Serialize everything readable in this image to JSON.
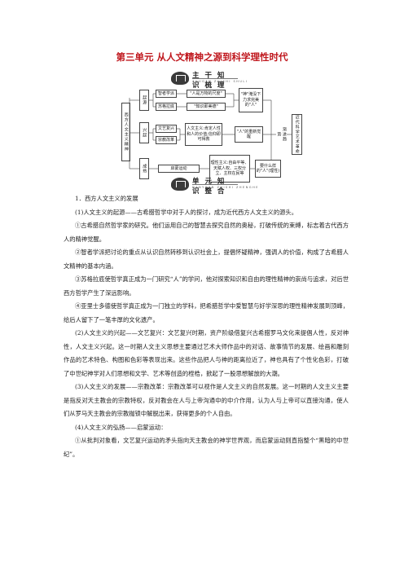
{
  "title": "第三单元  从人文精神之源到科学理性时代",
  "banner1": {
    "cn": "主 干 知 识 梳 理",
    "en": "ZHUGAN  ZHISHI  SHULI"
  },
  "banner2": {
    "cn": "单 元 知 识 整 合",
    "en": "DANYUAN  ZHISHI  ZHENGHE"
  },
  "diagram": {
    "root": "西方人文主义精神",
    "stage_origin": "起源",
    "stage_rise": "兴起",
    "stage_mature": "成熟",
    "o1": "智者学派",
    "o2": "苏格拉底",
    "o1r": "\"人是万物的尺度\"",
    "o2r": "\"知识即美德\"",
    "o_sum": "\"神\"淹没下力求完美的\"人\"",
    "r1": "文艺复兴",
    "r2": "宗教改革",
    "r_content": "人文主义:肯定人性和人的价值;信仰即可得救",
    "r_sum": "\"人\"的重新觉醒",
    "m1": "启蒙运动",
    "m_content": "理性主义:自由平等、天赋人权、三权分立、主权在民等",
    "m_sum": "要什么样的\"人\"(理性)",
    "conv": "渐进趋势",
    "final": "近代科学艺术革命"
  },
  "body": {
    "heading": "1．西方人文主义的发展",
    "p1": "(1)人文主义的起源——古希腊哲学中对于人的探讨，成为近代西方人文主义的源头。",
    "p2": "①古希腊自然哲学家的研究。他们运用自己的智慧去探究自然的奥秘，打破传统的束缚，标志着古代西方人的精神觉醒。",
    "p3": "②智者学派把讨论的重点从认识自然转移到认识社会上，提倡怀疑精神，强调人的价值，构成了古希腊人文精神的基本内涵。",
    "p4": "③苏格拉底使哲学真正成为一门研究“人”的学问，他对探索知识和自由的理性精神的崇尚与追求，对后世西方哲学产生了深远影响。",
    "p5": "④亚里士多德使哲学真正成为一门独立的学科，把希腊哲学中爱智慧与好学深思的理性精神发展到顶峰，给后人留下了一笔丰厚的文化遗产。",
    "p6": "(2)人文主义的兴起——文艺复兴：文艺复兴时期，资产阶级借复兴古希腊罗马文化来提倡人性，反对神性，人文主义兴起。这一时期人文主义思想主要通过艺术大师作品中的对话、故事情节的发展、绘画和雕刻作品的艺术特色、构图和色彩等表现出来。这些作品把人与神的距离拉近了，神也具有了个性化色彩，打破了中世纪神学对人们思想和文学、艺术等创造的桎梏，掀起了一股思想解放的大潮。",
    "p7": "(3)人文主义的发展——宗教改革：宗教改革可以视作是人文主义的自然发展。这一时期的人文主义主要是指反对天主教会的宗教特权，反对教会在人与上帝沟通中的中介作用，认为人与上帝可以直接沟通，使人们从罗马天主教会的宗教枷锁中解脱出来，获得更多的个人自由。",
    "p8": "(4)人文主义的弘扬——启蒙运动：",
    "p9": "①从批判对象看，文艺复兴运动的矛头指向天主教会的神学世界观，而启蒙运动则直指整个“黑暗的中世纪”。"
  }
}
